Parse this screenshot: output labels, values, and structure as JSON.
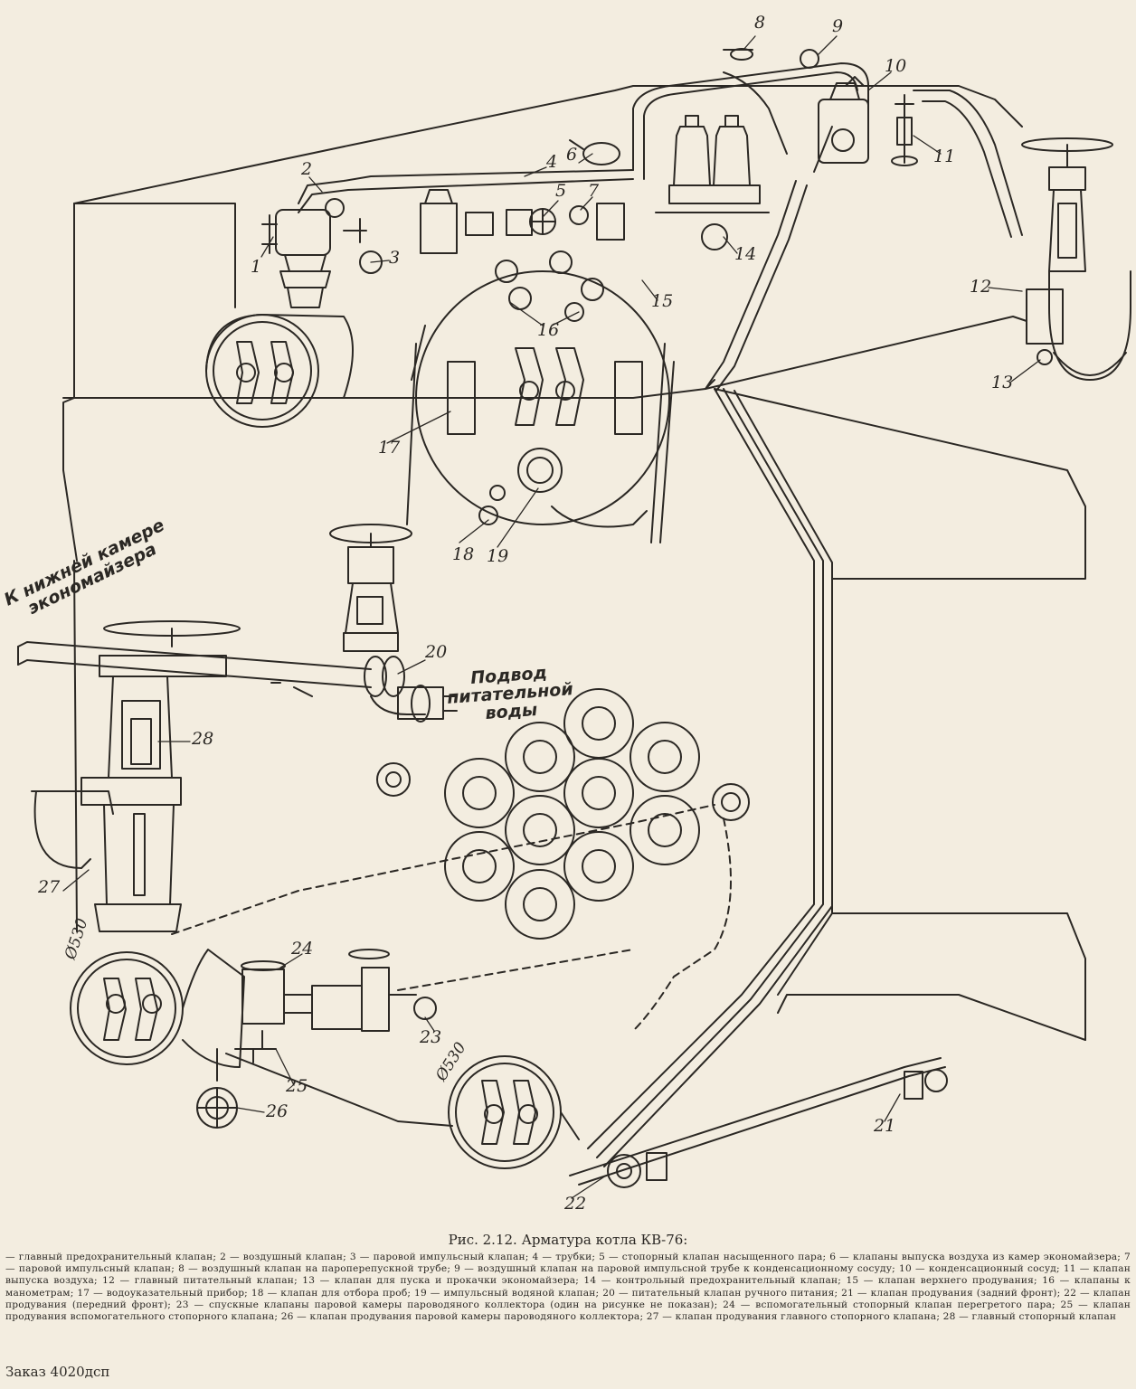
{
  "callouts": [
    "1",
    "2",
    "3",
    "4",
    "5",
    "6",
    "7",
    "8",
    "9",
    "10",
    "11",
    "12",
    "13",
    "14",
    "15",
    "16",
    "17",
    "18",
    "19",
    "20",
    "21",
    "22",
    "23",
    "24",
    "25",
    "26",
    "27",
    "28"
  ],
  "annotations": {
    "economizer_direction": [
      "К нижней камере",
      "экономайзера"
    ],
    "feedwater_supply": [
      "Подвод",
      "питательной",
      "воды"
    ],
    "diameter_left": "Ø530",
    "diameter_right": "Ø530"
  },
  "caption": {
    "title": "Рис. 2.12. Арматура котла КВ-76:",
    "body": "— главный предохранительный клапан; 2 — воздушный клапан; 3 — паровой импульсный клапан; 4 — трубки; 5 — стопорный клапан насыщенного пара; 6 — клапаны выпуска воздуха из камер экономайзера; 7 — паровой импульсный клапан; 8 — воздушный клапан на пароперепускной трубе; 9 — воздушный клапан на паровой импульсной трубе к конденсационному сосуду; 10 — конденсационный сосуд; 11 — клапан выпуска воздуха; 12 — главный питательный клапан; 13 — клапан для пуска и прокачки экономайзера; 14 — контрольный предохранительный клапан; 15 — клапан верхнего продувания; 16 — клапаны к манометрам; 17 — водоуказательный прибор; 18 — клапан для отбора проб; 19 — импульсный водяной клапан; 20 — питательный клапан ручного питания; 21 — клапан продувания (задний фронт); 22 — клапан продувания (передний фронт); 23 — спускные клапаны паровой камеры пароводяного коллектора (один на рисунке не показан); 24 — вспомогательный стопорный клапан перегретого пара; 25 — клапан продувания вспомогательного стопорного клапана; 26 — клапан продувания паровой камеры пароводяного коллектора; 27 — клапан продувания главного стопорного клапана; 28 — главный стопорный клапан"
  },
  "order_number": "Заказ 4020дсп"
}
